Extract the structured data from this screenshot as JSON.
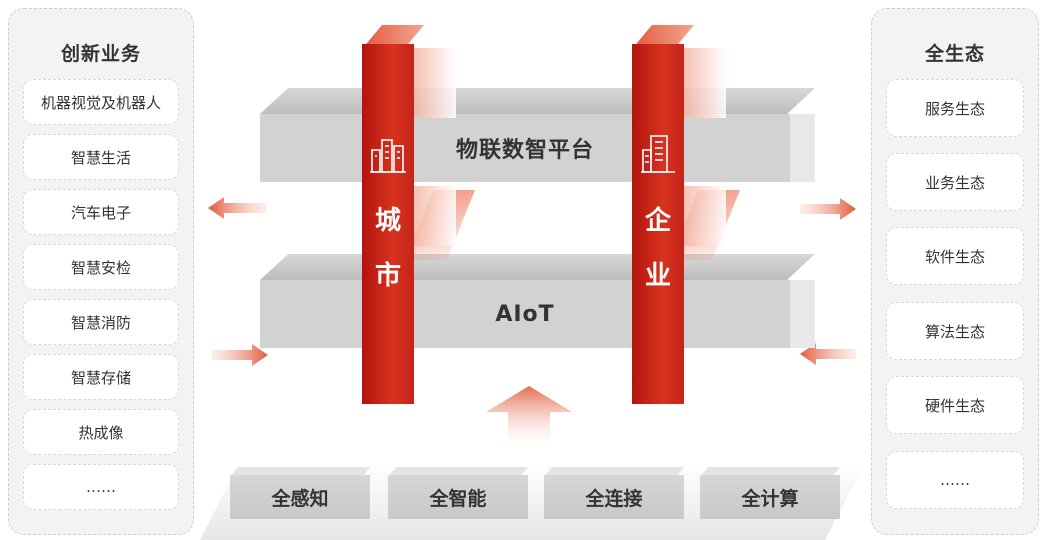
{
  "left_panel": {
    "title": "创新业务",
    "items": [
      "机器视觉及机器人",
      "智慧生活",
      "汽车电子",
      "智慧安检",
      "智慧消防",
      "智慧存储",
      "热成像",
      "……"
    ]
  },
  "right_panel": {
    "title": "全生态",
    "items": [
      "服务生态",
      "业务生态",
      "软件生态",
      "算法生态",
      "硬件生态",
      "……"
    ]
  },
  "platforms": {
    "upper": "物联数智平台",
    "lower": "AIoT"
  },
  "pillars": {
    "city": {
      "chars": [
        "城",
        "市"
      ],
      "icon": "city-buildings-icon"
    },
    "enterprise": {
      "chars": [
        "企",
        "业"
      ],
      "icon": "office-building-icon"
    }
  },
  "foundations": [
    "全感知",
    "全智能",
    "全连接",
    "全计算"
  ],
  "colors": {
    "accent_red": "#d0281b",
    "slab_gray": "#d2d2d2",
    "panel_bg": "#f3f3f3"
  }
}
